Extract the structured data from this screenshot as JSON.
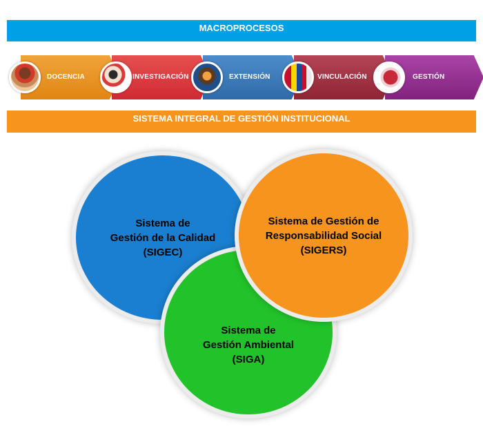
{
  "header": {
    "title": "MACROPROCESOS"
  },
  "macroprocesos": [
    {
      "label": "DOCENCIA",
      "color": "#e8901a",
      "icon": "teacher-photo-icon"
    },
    {
      "label": "INVESTIGACIÓN",
      "color": "#d9353b",
      "icon": "microscope-photo-icon"
    },
    {
      "label": "EXTENSIÓN",
      "color": "#3a78b8",
      "icon": "event-photo-icon"
    },
    {
      "label": "VINCULACIÓN",
      "color": "#a03040",
      "icon": "flags-photo-icon"
    },
    {
      "label": "GESTIÓN",
      "color": "#922f8f",
      "icon": "map-photo-icon"
    }
  ],
  "banner": {
    "title": "SISTEMA INTEGRAL DE GESTIÓN INSTITUCIONAL"
  },
  "systems": {
    "sigec": {
      "text": "Sistema de\nGestión de la Calidad\n(SIGEC)",
      "color": "#1a7fd0"
    },
    "sigers": {
      "text": "Sistema de Gestión de\nResponsabilidad Social\n(SIGERS)",
      "color": "#f7941d"
    },
    "siga": {
      "text": "Sistema de\nGestión Ambiental\n(SIGA)",
      "color": "#22c32a"
    }
  }
}
